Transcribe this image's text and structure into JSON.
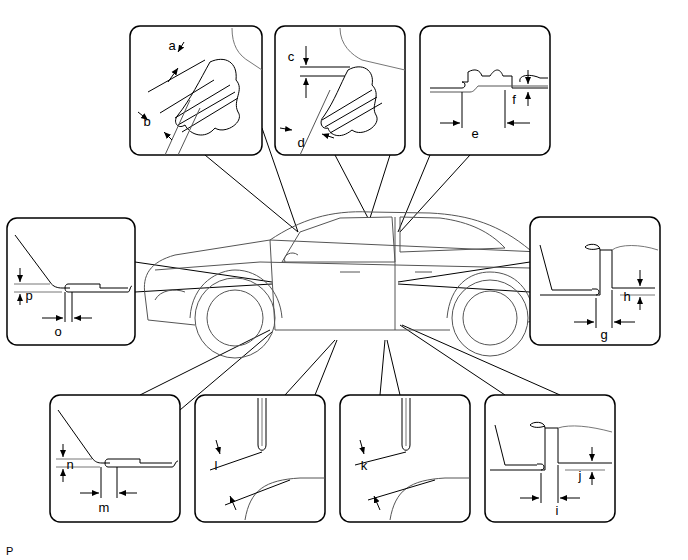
{
  "diagram": {
    "labels": [
      "a",
      "b",
      "c",
      "d",
      "e",
      "f",
      "p",
      "o",
      "h",
      "g",
      "n",
      "m",
      "l",
      "k",
      "j",
      "i",
      "P"
    ]
  }
}
